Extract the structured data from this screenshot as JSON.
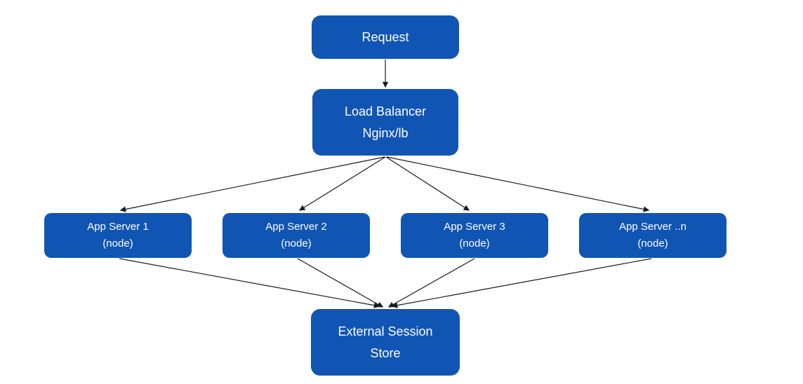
{
  "colors": {
    "node_fill": "#1155b4",
    "node_text": "#ffffff",
    "arrow": "#1a1a1a",
    "background": "#ffffff"
  },
  "diagram": {
    "type": "flowchart",
    "description": "Load-balanced node.js app servers with external session store",
    "nodes": {
      "request": {
        "label": "Request"
      },
      "load_balancer": {
        "label": "Load Balancer\nNginx/lb"
      },
      "app_server_1": {
        "label": "App Server 1\n(node)"
      },
      "app_server_2": {
        "label": "App Server 2\n(node)"
      },
      "app_server_3": {
        "label": "App Server 3\n(node)"
      },
      "app_server_n": {
        "label": "App Server ..n\n(node)"
      },
      "session_store": {
        "label": "External Session\nStore"
      }
    },
    "edges": [
      {
        "from": "request",
        "to": "load_balancer"
      },
      {
        "from": "load_balancer",
        "to": "app_server_1"
      },
      {
        "from": "load_balancer",
        "to": "app_server_2"
      },
      {
        "from": "load_balancer",
        "to": "app_server_3"
      },
      {
        "from": "load_balancer",
        "to": "app_server_n"
      },
      {
        "from": "app_server_1",
        "to": "session_store"
      },
      {
        "from": "app_server_2",
        "to": "session_store"
      },
      {
        "from": "app_server_3",
        "to": "session_store"
      },
      {
        "from": "app_server_n",
        "to": "session_store"
      }
    ]
  }
}
